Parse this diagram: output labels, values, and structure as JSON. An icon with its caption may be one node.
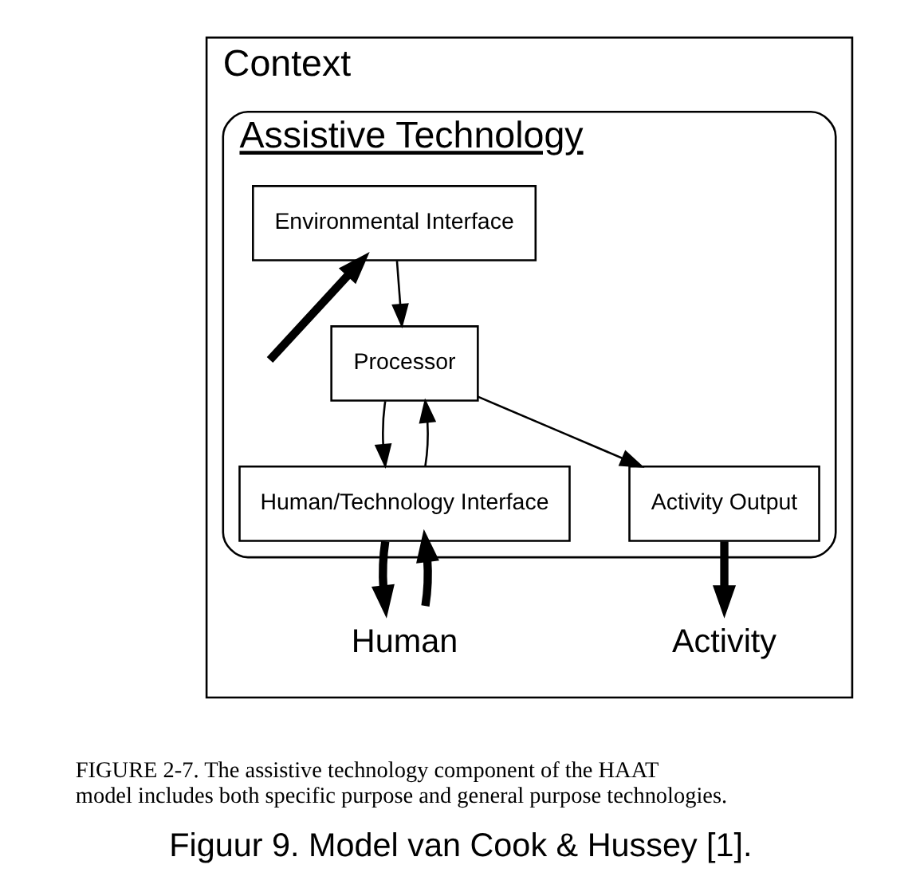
{
  "diagram": {
    "caption": "Figuur 9. Model van Cook & Hussey [1].",
    "nodes": [
      {
        "text": [
          "Context"
        ]
      },
      {
        "text": [
          "Human"
        ],
        "in": 0
      },
      {
        "text": [
          "Activity"
        ],
        "in": 0
      },
      {
        "text": [
          "Assistive Technology"
        ],
        "in": 0
      },
      {
        "text": [
          "Human/Technology Interface"
        ],
        "in": 3
      },
      {
        "text": [
          "Processor"
        ],
        "in": 3
      },
      {
        "text": [
          "Environmental Interface"
        ],
        "in": 3
      },
      {
        "text": [
          "Activity Output"
        ],
        "in": 3
      }
    ],
    "edges": [
      {
        "from": 1,
        "to": 4,
        "arrow": "to",
        "style": "thick"
      },
      {
        "from": 4,
        "to": 1,
        "arrow": "to",
        "style": "thick"
      },
      {
        "from": 4,
        "to": 5,
        "arrow": "to"
      },
      {
        "from": 5,
        "to": 4,
        "arrow": "to"
      },
      {
        "from": 6,
        "to": 5,
        "arrow": "to"
      },
      {
        "from": 5,
        "to": 7,
        "arrow": "to"
      },
      {
        "from": 7,
        "to": 2,
        "arrow": "to",
        "style": "thick"
      },
      {
        "from": null,
        "to": 6,
        "arrow": "to",
        "style": "thick"
      }
    ],
    "labels": [
      "FIGURE 2-7. The assistive technology component of the HAAT model includes both specific purpose and general purpose technologies."
    ]
  }
}
